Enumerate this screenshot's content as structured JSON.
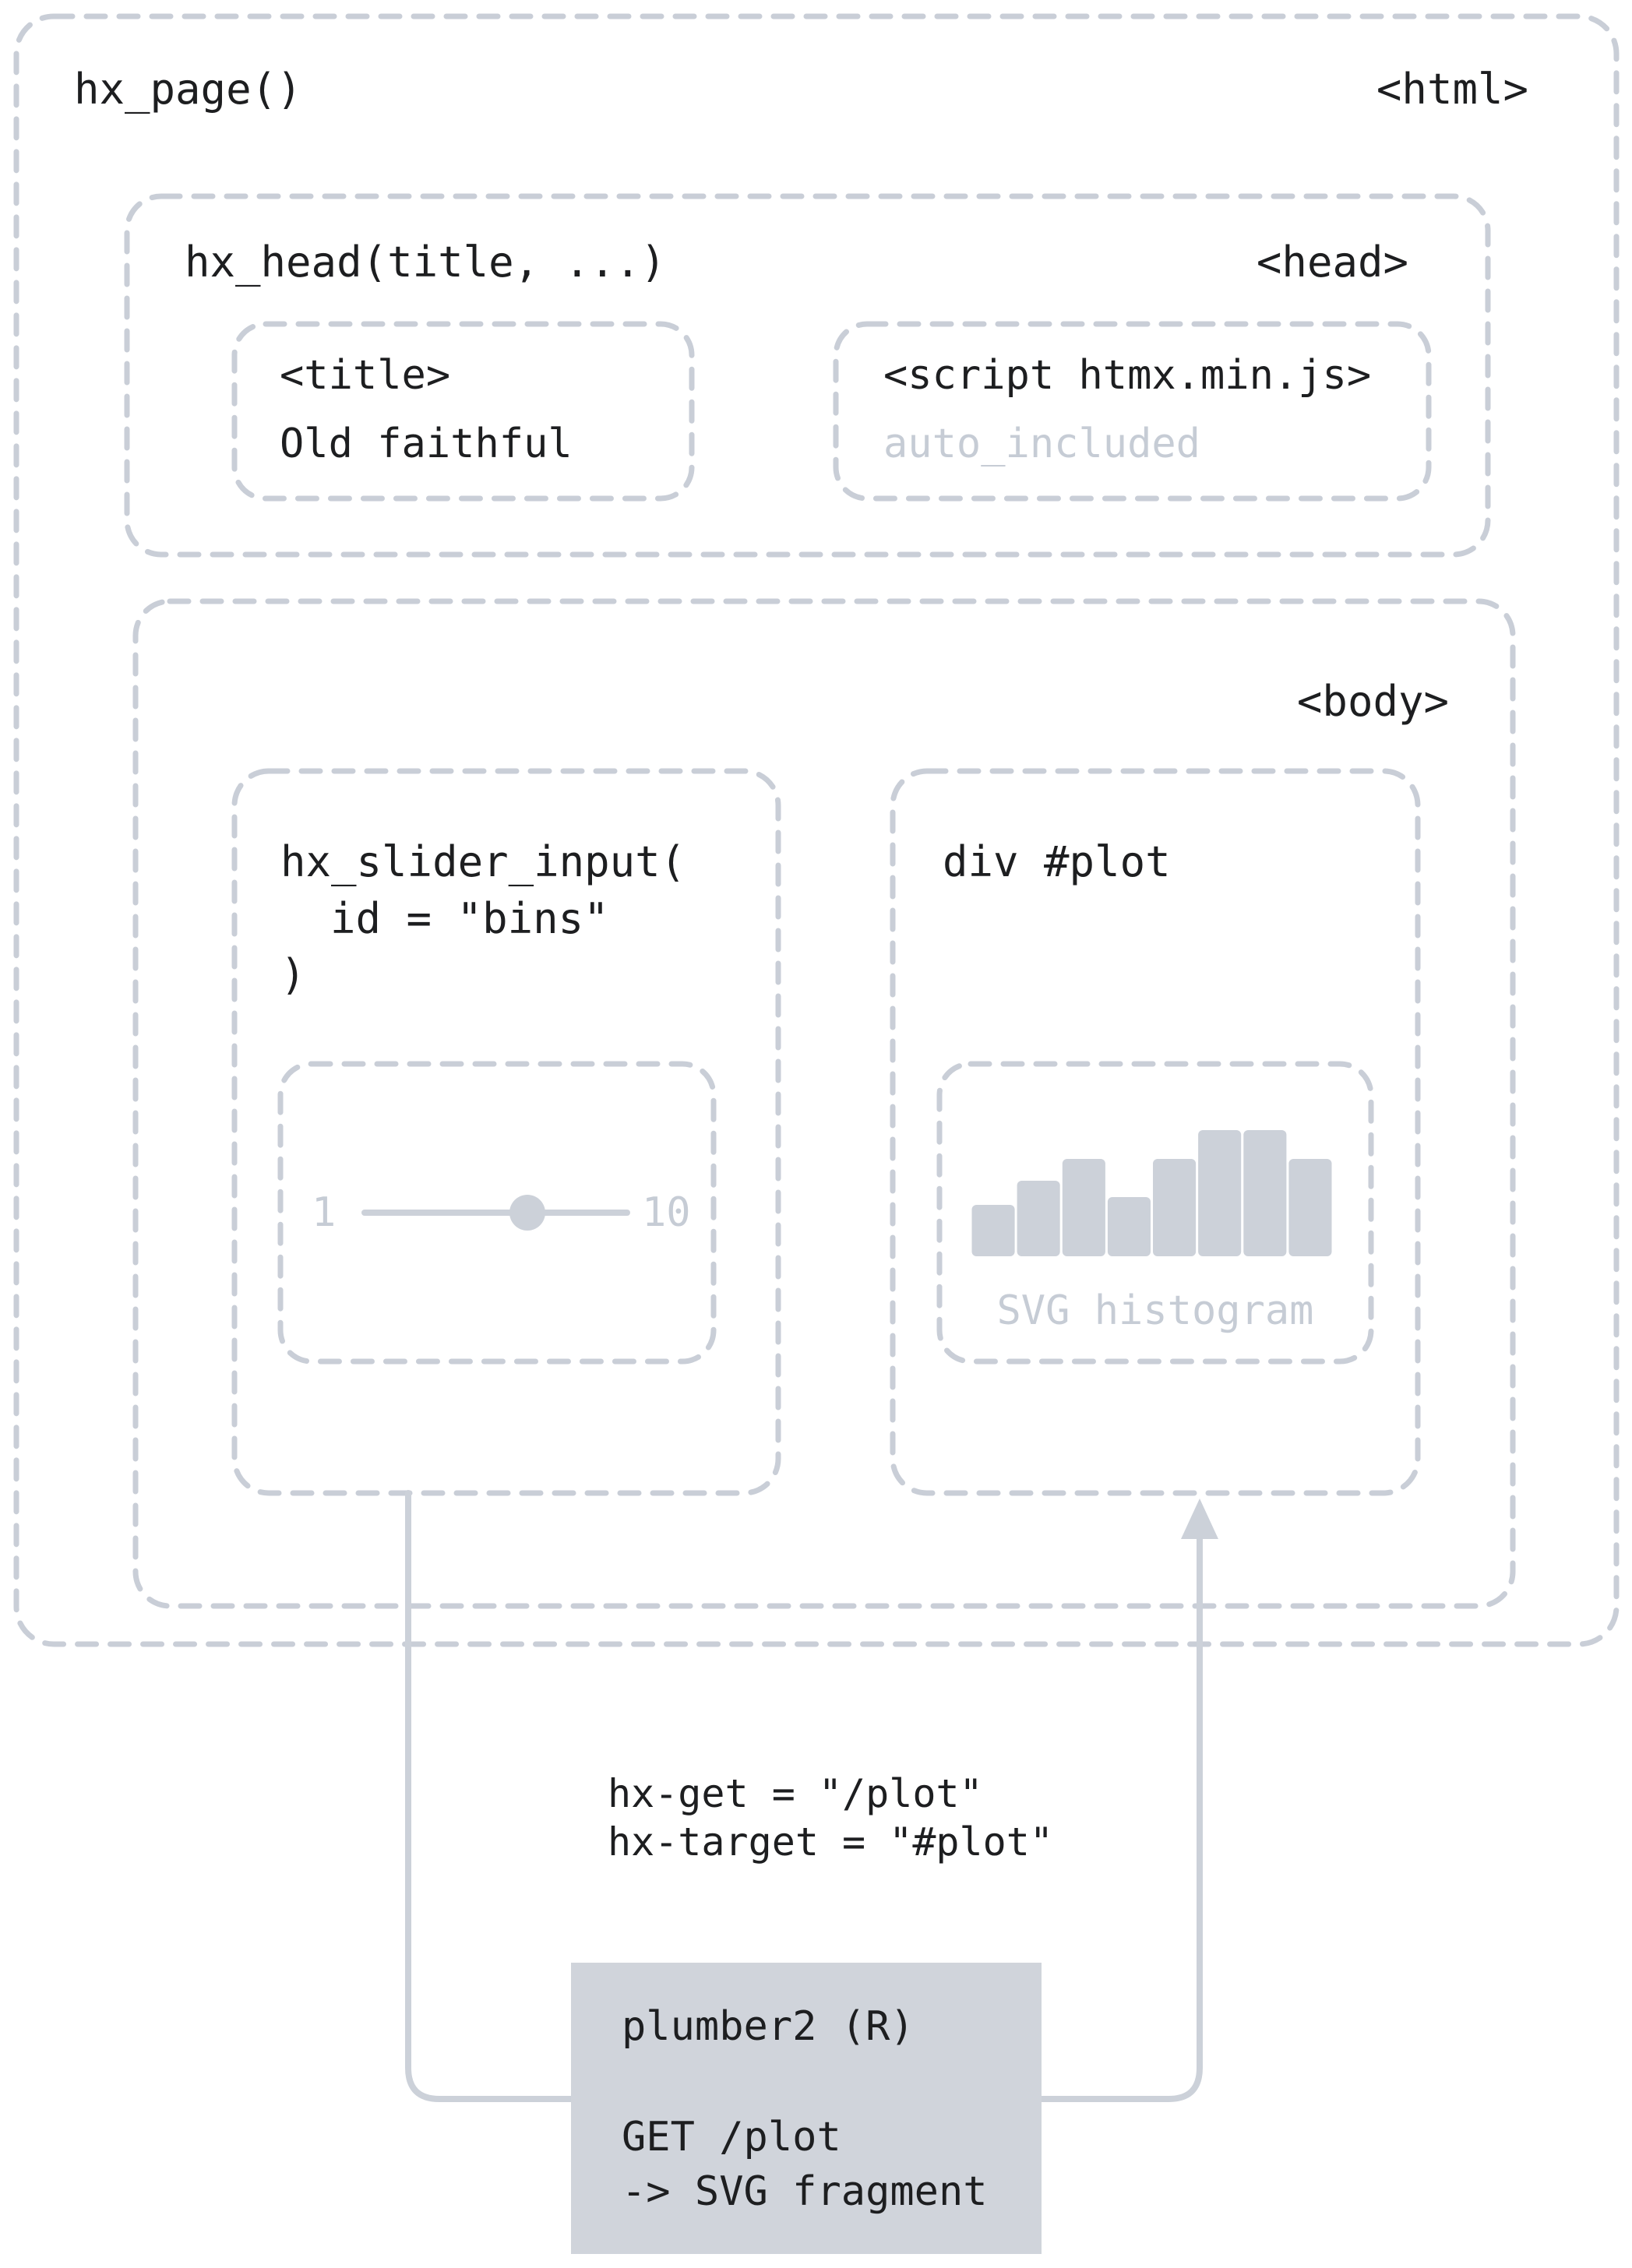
{
  "colors": {
    "border": "#c9ced7",
    "muted_text": "#c6ccd5",
    "shape_fill": "#ccd1d9",
    "panel_fill": "#d0d4db",
    "text": "#1d1e20"
  },
  "page": {
    "fn": "hx_page()",
    "tag": "<html>"
  },
  "head": {
    "fn": "hx_head(title, ...)",
    "tag": "<head>",
    "title": {
      "tag": "<title>",
      "value": "Old faithful"
    },
    "script": {
      "tag": "<script htmx.min.js>",
      "note": "auto_included"
    }
  },
  "body": {
    "tag": "<body>",
    "slider": {
      "fn_line1": "hx_slider_input(",
      "fn_line2": "id = \"bins\"",
      "fn_line3": ")",
      "widget": {
        "min_label": "1",
        "max_label": "10",
        "value_fraction": 0.62
      }
    },
    "plot": {
      "label": "div #plot",
      "widget": {
        "caption": "SVG histogram",
        "bars": [
          0.41,
          0.6,
          0.77,
          0.47,
          0.77,
          1.0,
          1.0,
          0.77
        ]
      }
    }
  },
  "request": {
    "attr_line1": "hx-get = \"/plot\"",
    "attr_line2": "hx-target = \"#plot\""
  },
  "server": {
    "title": "plumber2 (R)",
    "line1": "GET /plot",
    "line2": "-> SVG fragment"
  }
}
